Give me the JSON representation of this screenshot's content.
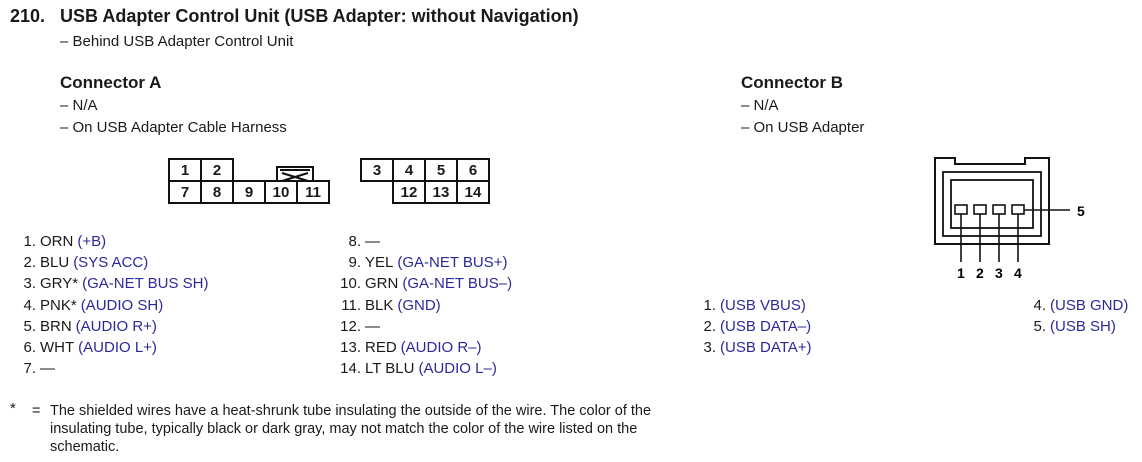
{
  "title": {
    "number": "210.",
    "text": "USB Adapter Control Unit (USB Adapter: without Navigation)",
    "location": "– Behind USB Adapter Control Unit"
  },
  "connector_a": {
    "header": "Connector A",
    "line1": "– N/A",
    "line2": "– On USB Adapter Cable Harness",
    "top_cells": [
      "1",
      "2",
      "",
      "",
      "",
      "",
      "3",
      "4",
      "5",
      "6"
    ],
    "bottom_cells": [
      "7",
      "8",
      "9",
      "10",
      "11",
      "",
      "",
      "12",
      "13",
      "14"
    ],
    "pins_left": [
      {
        "n": "1.",
        "c": "ORN",
        "s": "(+B)"
      },
      {
        "n": "2.",
        "c": "BLU",
        "s": "(SYS ACC)"
      },
      {
        "n": "3.",
        "c": "GRY*",
        "s": "(GA-NET BUS SH)"
      },
      {
        "n": "4.",
        "c": "PNK*",
        "s": "(AUDIO SH)"
      },
      {
        "n": "5.",
        "c": "BRN",
        "s": "(AUDIO R+)"
      },
      {
        "n": "6.",
        "c": "WHT",
        "s": "(AUDIO L+)"
      },
      {
        "n": "7.",
        "c": "—",
        "s": ""
      }
    ],
    "pins_right": [
      {
        "n": "8.",
        "c": "—",
        "s": ""
      },
      {
        "n": "9.",
        "c": "YEL",
        "s": "(GA-NET BUS+)"
      },
      {
        "n": "10.",
        "c": "GRN",
        "s": "(GA-NET BUS–)"
      },
      {
        "n": "11.",
        "c": "BLK",
        "s": "(GND)"
      },
      {
        "n": "12.",
        "c": "—",
        "s": ""
      },
      {
        "n": "13.",
        "c": "RED",
        "s": "(AUDIO R–)"
      },
      {
        "n": "14.",
        "c": "LT BLU",
        "s": "(AUDIO L–)"
      }
    ]
  },
  "connector_b": {
    "header": "Connector B",
    "line1": "– N/A",
    "line2": "– On USB Adapter",
    "pin_labels": [
      "1",
      "2",
      "3",
      "4",
      "5"
    ],
    "pins_left": [
      {
        "n": "1.",
        "s": "(USB VBUS)"
      },
      {
        "n": "2.",
        "s": "(USB DATA–)"
      },
      {
        "n": "3.",
        "s": "(USB DATA+)"
      }
    ],
    "pins_right": [
      {
        "n": "4.",
        "s": "(USB GND)"
      },
      {
        "n": "5.",
        "s": "(USB SH)"
      }
    ]
  },
  "footnote": {
    "symbol": "*",
    "equals": "=",
    "text": "The shielded wires have a heat-shrunk tube insulating the outside of the wire.  The color of the insulating tube, typically black or dark gray, may not match the color of the wire listed on the schematic."
  },
  "colors": {
    "signal_text": "#2a2a9a"
  }
}
